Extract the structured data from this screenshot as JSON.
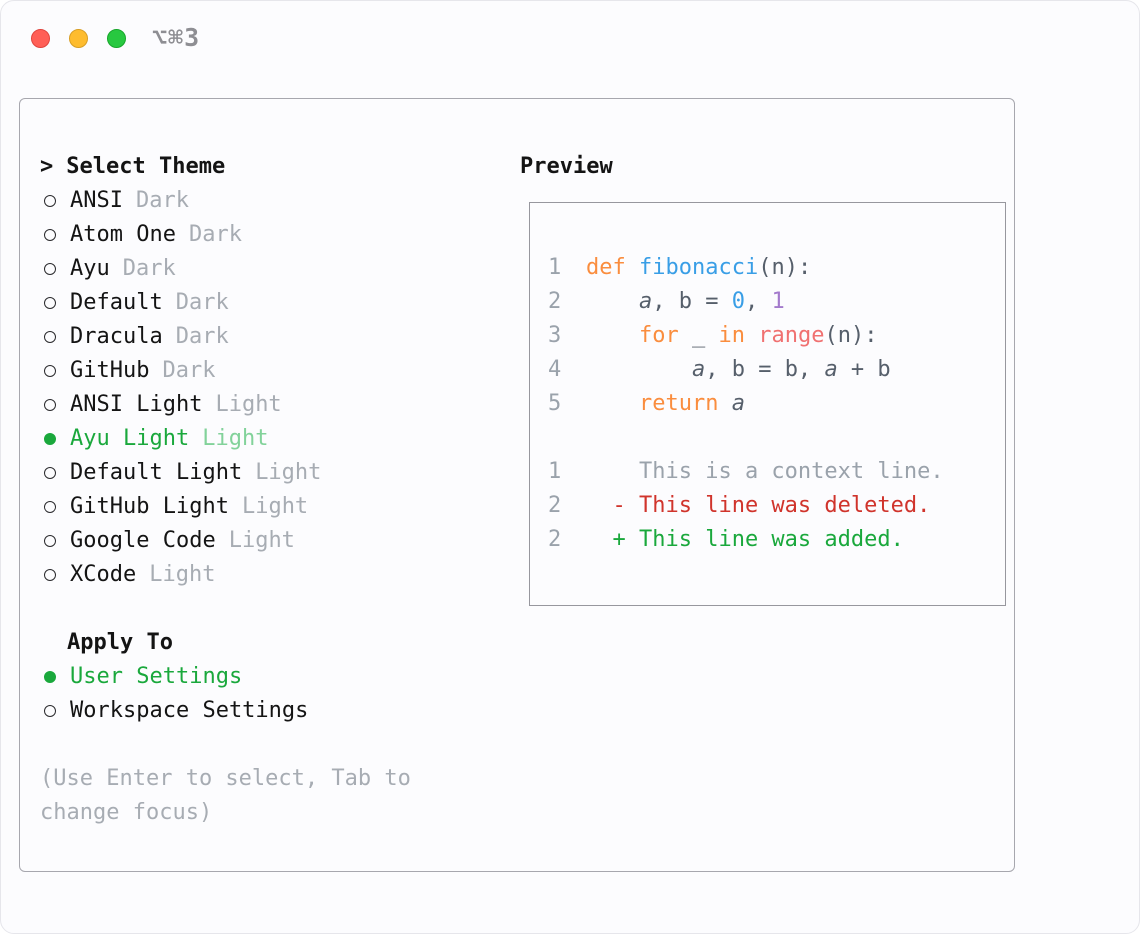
{
  "window": {
    "shortcut": "⌥⌘3"
  },
  "colors": {
    "accent_green": "#1aa83c",
    "selected_variant_green": "#82d29a",
    "keyword_orange": "#fa8d3e",
    "function_blue": "#399ee6",
    "call_coral": "#f07171",
    "number_purple": "#a37acc",
    "deleted_red": "#d0342c",
    "added_green": "#1aa83c",
    "muted_gray": "#a7acb3",
    "traffic_red": "#ff5f57",
    "traffic_yellow": "#febc2e",
    "traffic_green": "#28c840"
  },
  "theme_picker": {
    "prompt": ">",
    "title": "Select Theme",
    "items": [
      {
        "name": "ANSI",
        "variant": "Dark",
        "selected": false
      },
      {
        "name": "Atom One",
        "variant": "Dark",
        "selected": false
      },
      {
        "name": "Ayu",
        "variant": "Dark",
        "selected": false
      },
      {
        "name": "Default",
        "variant": "Dark",
        "selected": false
      },
      {
        "name": "Dracula",
        "variant": "Dark",
        "selected": false
      },
      {
        "name": "GitHub",
        "variant": "Dark",
        "selected": false
      },
      {
        "name": "ANSI Light",
        "variant": "Light",
        "selected": false
      },
      {
        "name": "Ayu Light",
        "variant": "Light",
        "selected": true
      },
      {
        "name": "Default Light",
        "variant": "Light",
        "selected": false
      },
      {
        "name": "GitHub Light",
        "variant": "Light",
        "selected": false
      },
      {
        "name": "Google Code",
        "variant": "Light",
        "selected": false
      },
      {
        "name": "XCode",
        "variant": "Light",
        "selected": false
      }
    ]
  },
  "apply_to": {
    "title": "Apply To",
    "options": [
      {
        "label": "User Settings",
        "selected": true
      },
      {
        "label": "Workspace Settings",
        "selected": false
      }
    ]
  },
  "hint": "(Use Enter to select, Tab to change focus)",
  "preview": {
    "title": "Preview",
    "lines": [
      {
        "num": "1",
        "tokens": [
          {
            "t": "def",
            "c": "kw"
          },
          {
            "t": " ",
            "c": "plain"
          },
          {
            "t": "fibonacci",
            "c": "fn"
          },
          {
            "t": "(n):",
            "c": "plain"
          }
        ]
      },
      {
        "num": "2",
        "tokens": [
          {
            "t": "    ",
            "c": "plain"
          },
          {
            "t": "a",
            "c": "var"
          },
          {
            "t": ", b = ",
            "c": "plain"
          },
          {
            "t": "0",
            "c": "num-blue"
          },
          {
            "t": ", ",
            "c": "plain"
          },
          {
            "t": "1",
            "c": "num-purple"
          }
        ]
      },
      {
        "num": "3",
        "tokens": [
          {
            "t": "    ",
            "c": "plain"
          },
          {
            "t": "for",
            "c": "kw"
          },
          {
            "t": " _ ",
            "c": "plain"
          },
          {
            "t": "in",
            "c": "kw"
          },
          {
            "t": " ",
            "c": "plain"
          },
          {
            "t": "range",
            "c": "call"
          },
          {
            "t": "(n):",
            "c": "plain"
          }
        ]
      },
      {
        "num": "4",
        "tokens": [
          {
            "t": "        ",
            "c": "plain"
          },
          {
            "t": "a",
            "c": "var"
          },
          {
            "t": ", b = b, ",
            "c": "plain"
          },
          {
            "t": "a",
            "c": "var"
          },
          {
            "t": " + b",
            "c": "plain"
          }
        ]
      },
      {
        "num": "5",
        "tokens": [
          {
            "t": "    ",
            "c": "plain"
          },
          {
            "t": "return",
            "c": "kw"
          },
          {
            "t": " ",
            "c": "plain"
          },
          {
            "t": "a",
            "c": "var"
          }
        ]
      },
      {
        "num": "",
        "tokens": []
      },
      {
        "num": "1",
        "tokens": [
          {
            "t": "    This is a context line.",
            "c": "ctx"
          }
        ]
      },
      {
        "num": "2",
        "tokens": [
          {
            "t": "  - This line was deleted.",
            "c": "del"
          }
        ]
      },
      {
        "num": "2",
        "tokens": [
          {
            "t": "  + This line was added.",
            "c": "add"
          }
        ]
      }
    ]
  }
}
